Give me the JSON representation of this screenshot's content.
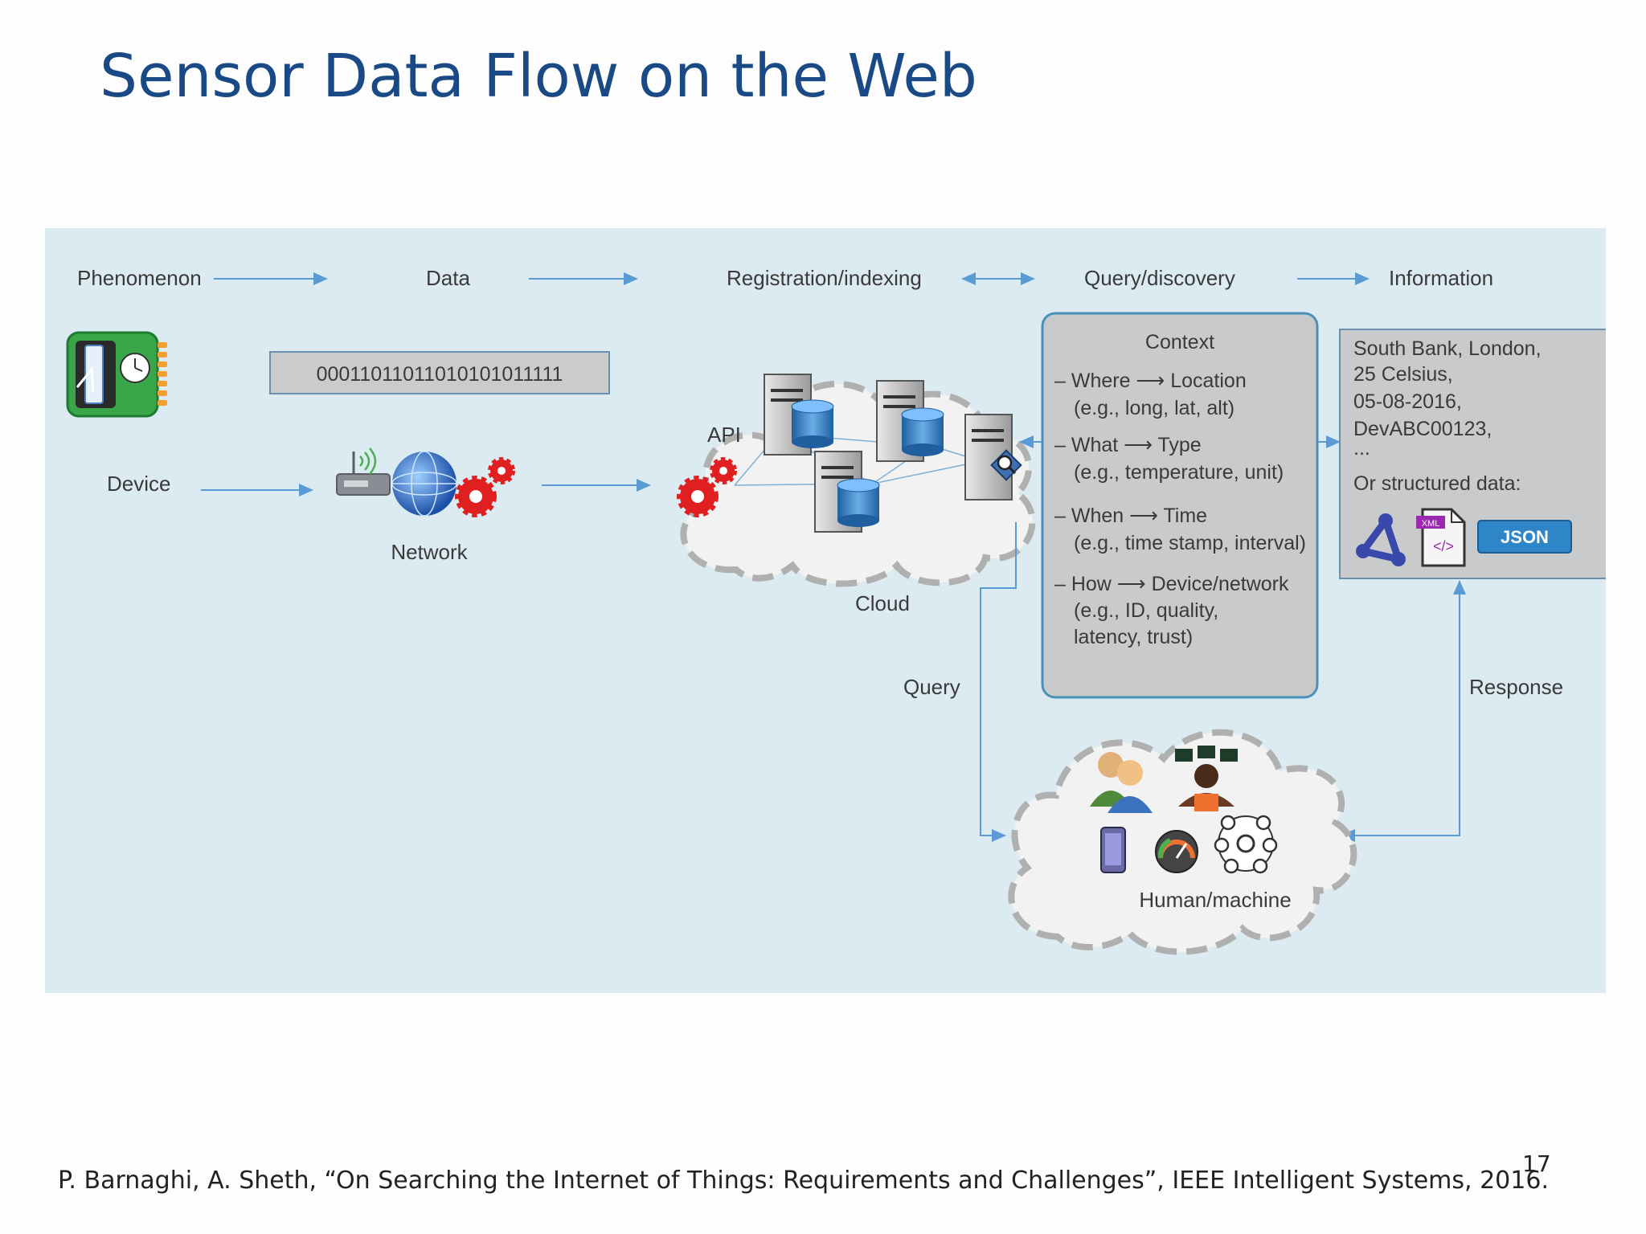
{
  "slide": {
    "title": "Sensor Data Flow on the Web",
    "citation": "P. Barnaghi, A. Sheth, “On Searching the Internet of Things: Requirements and Challenges”, IEEE Intelligent Systems, 2016.",
    "page_number": "17"
  },
  "diagram": {
    "stages": {
      "phenomenon": "Phenomenon",
      "data": "Data",
      "registration": "Registration/indexing",
      "query_discovery": "Query/discovery",
      "information": "Information"
    },
    "device_label": "Device",
    "network_label": "Network",
    "binary_data": "00011011011010101011111",
    "api_label": "API",
    "cloud_label": "Cloud",
    "query_label": "Query",
    "response_label": "Response",
    "human_machine_label": "Human/machine",
    "context": {
      "title": "Context",
      "lines": [
        "– Where ⟶ Location",
        "(e.g., long, lat, alt)",
        "– What ⟶ Type",
        "(e.g., temperature, unit)",
        "– When ⟶ Time",
        "(e.g., time stamp, interval)",
        "– How ⟶ Device/network",
        "(e.g., ID, quality,",
        "latency, trust)"
      ]
    },
    "information_box": {
      "lines": [
        "South Bank, London,",
        "25 Celsius,",
        "05-08-2016,",
        "DevABC00123,",
        "..."
      ],
      "structured_label": "Or structured data:",
      "xml_tag": "XML",
      "json_label": "JSON"
    },
    "colors": {
      "panel_bg": "#dcebf2",
      "arrow": "#5b9bd5",
      "title": "#1a4a86",
      "context_box": "#c8cacc",
      "context_border": "#4a90b8",
      "gear": "#e02020"
    }
  }
}
